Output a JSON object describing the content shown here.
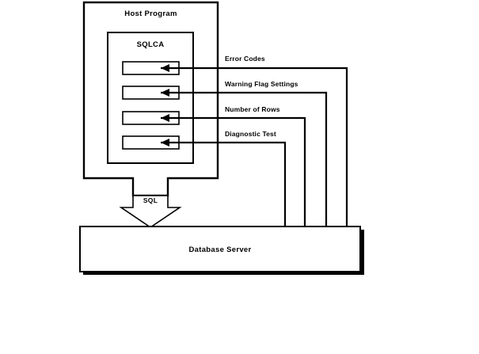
{
  "diagram": {
    "title_host": "Host Program",
    "title_sqlca": "SQLCA",
    "title_server": "Database Server",
    "sql_label": "SQL",
    "colors": {
      "stroke": "#000000",
      "fill": "#ffffff",
      "background": "#ffffff"
    },
    "connections": [
      {
        "label": "Error Codes"
      },
      {
        "label": "Warning Flag Settings"
      },
      {
        "label": "Number of Rows"
      },
      {
        "label": "Diagnostic Test"
      }
    ],
    "slots": [
      {
        "name": "sqlca-field-1"
      },
      {
        "name": "sqlca-field-2"
      },
      {
        "name": "sqlca-field-3"
      },
      {
        "name": "sqlca-field-4"
      }
    ]
  }
}
